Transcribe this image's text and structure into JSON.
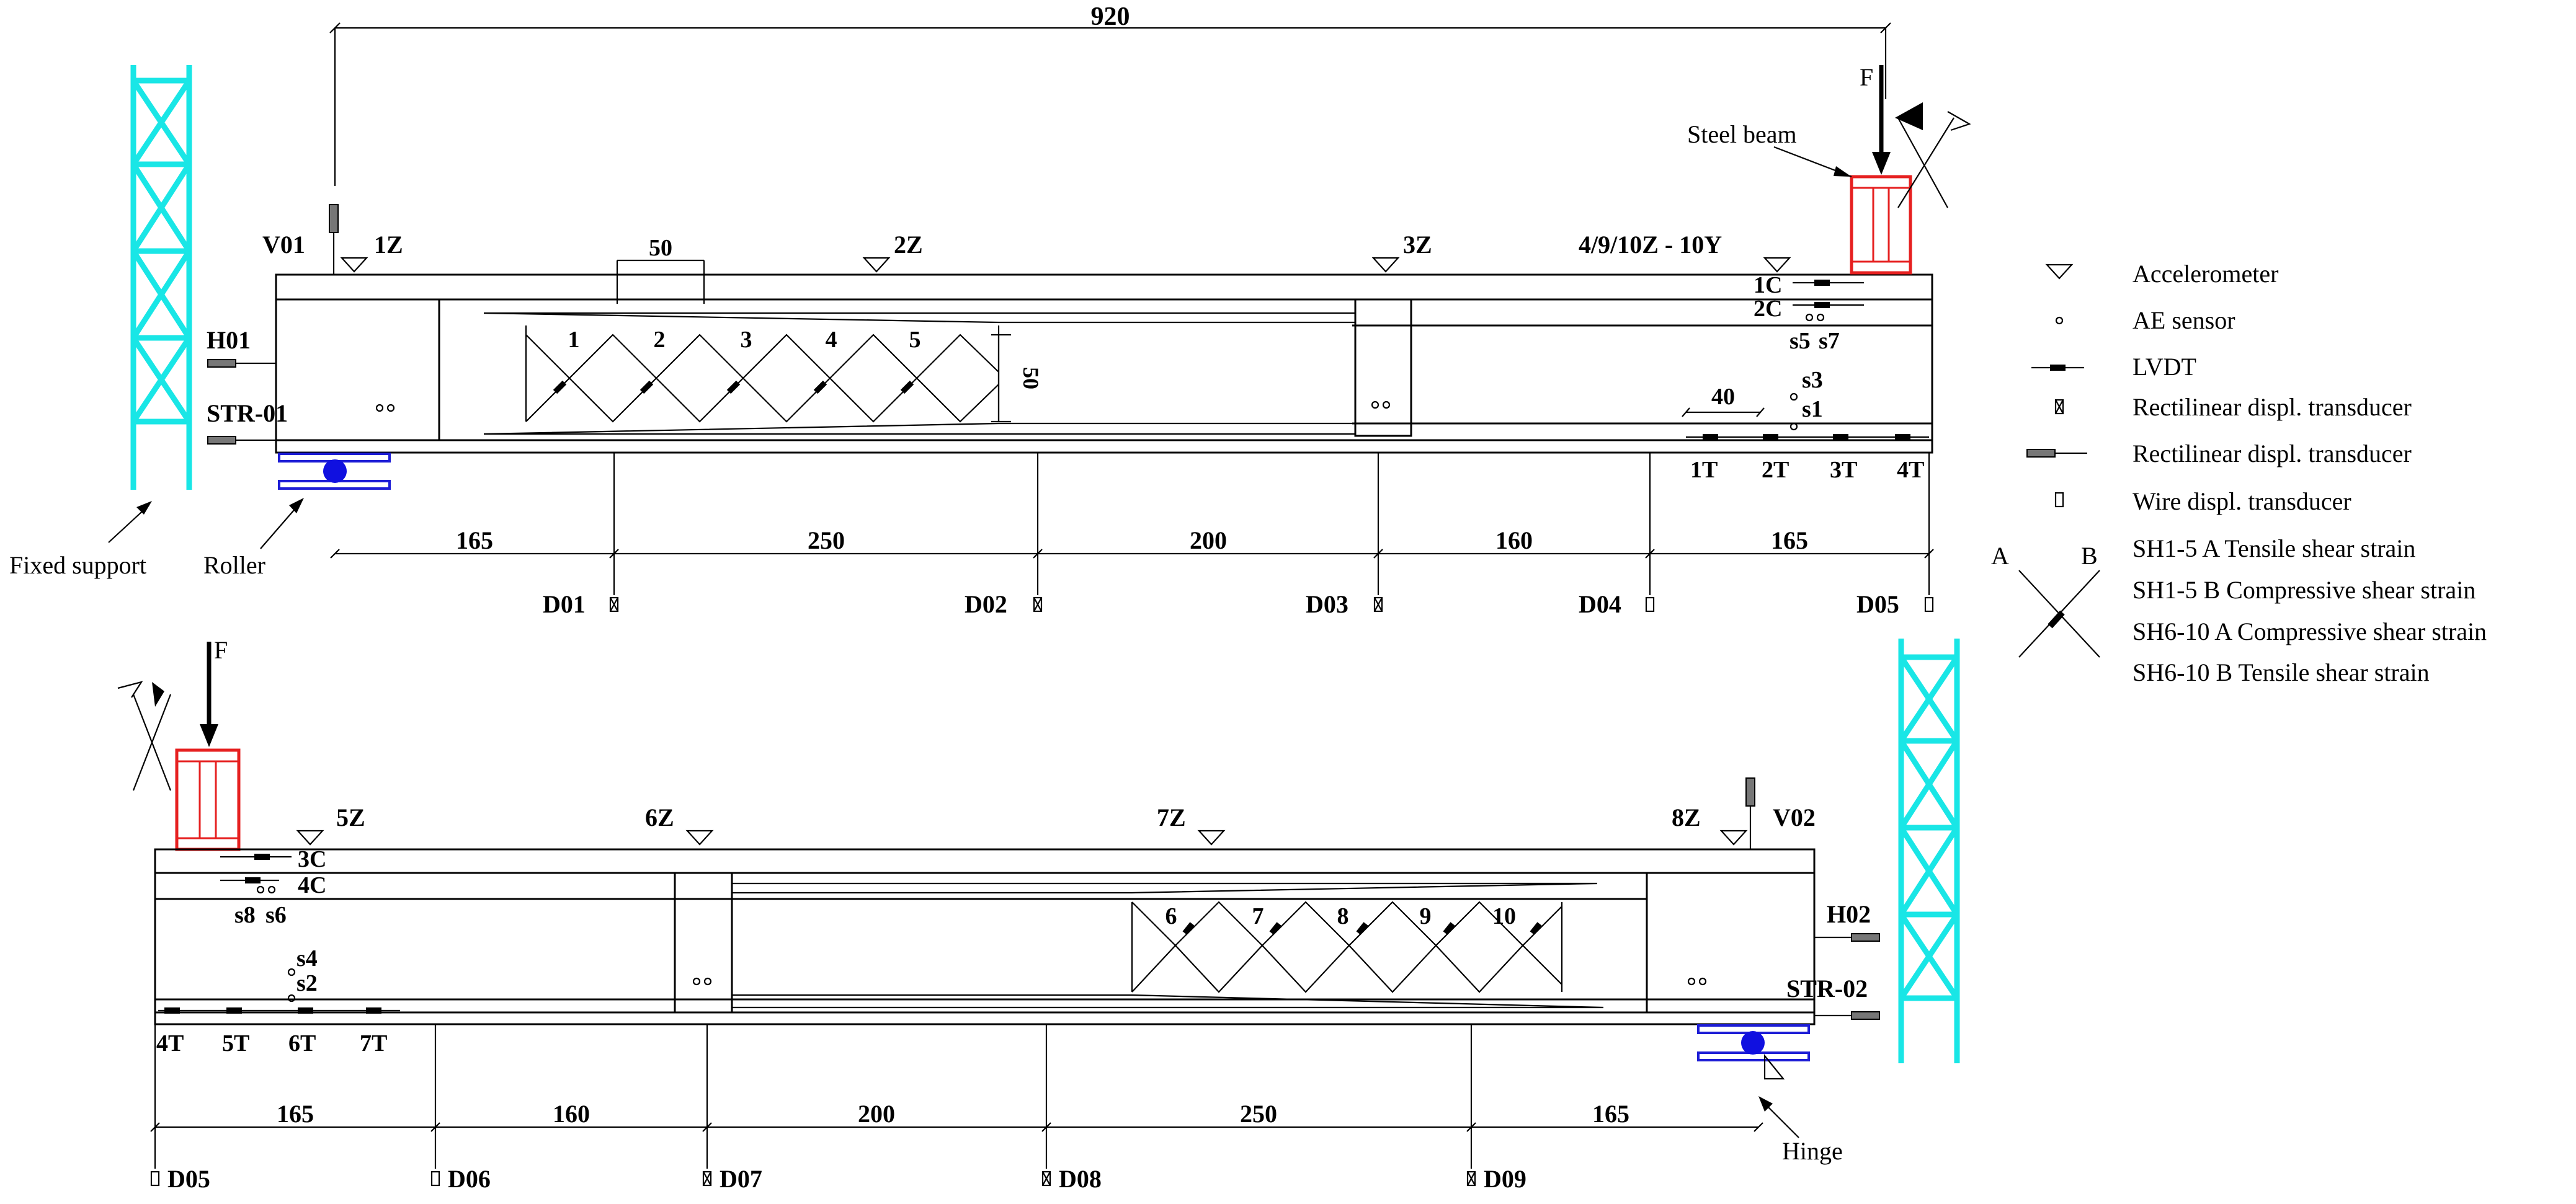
{
  "top": {
    "overall_dim": "920",
    "F": "F",
    "steel_beam": "Steel beam",
    "V01": "V01",
    "H01": "H01",
    "STR01": "STR-01",
    "acc": [
      "1Z",
      "2Z",
      "3Z",
      "4/9/10Z - 10Y"
    ],
    "dim50_top": "50",
    "dim50_side": "50",
    "panels": [
      "1",
      "2",
      "3",
      "4",
      "5"
    ],
    "lvdt_c": [
      "1C",
      "2C"
    ],
    "ae": [
      "s5",
      "s7",
      "s3",
      "s1"
    ],
    "dim40": "40",
    "lvdt_t": [
      "1T",
      "2T",
      "3T",
      "4T"
    ],
    "fixed_support": "Fixed support",
    "roller": "Roller",
    "spans": [
      "165",
      "250",
      "200",
      "160",
      "165"
    ],
    "transducers": [
      "D01",
      "D02",
      "D03",
      "D04",
      "D05"
    ]
  },
  "bottom": {
    "F": "F",
    "acc": [
      "5Z",
      "6Z",
      "7Z",
      "8Z"
    ],
    "V02": "V02",
    "H02": "H02",
    "STR02": "STR-02",
    "lvdt_c": [
      "3C",
      "4C"
    ],
    "ae": [
      "s8",
      "s6",
      "s4",
      "s2"
    ],
    "panels": [
      "6",
      "7",
      "8",
      "9",
      "10"
    ],
    "lvdt_t": [
      "4T",
      "5T",
      "6T",
      "7T"
    ],
    "spans": [
      "165",
      "160",
      "200",
      "250",
      "165"
    ],
    "transducers": [
      "D05",
      "D06",
      "D07",
      "D08",
      "D09"
    ],
    "hinge": "Hinge"
  },
  "legend": {
    "items": [
      "Accelerometer",
      "AE sensor",
      "LVDT",
      "Rectilinear displ. transducer",
      "Rectilinear displ. transducer",
      "Wire displ. transducer"
    ],
    "shear": [
      "SH1-5 A Tensile shear strain",
      "SH1-5 B Compressive shear strain",
      "SH6-10 A Compressive shear strain",
      "SH6-10 B Tensile shear strain"
    ],
    "A": "A",
    "B": "B"
  }
}
